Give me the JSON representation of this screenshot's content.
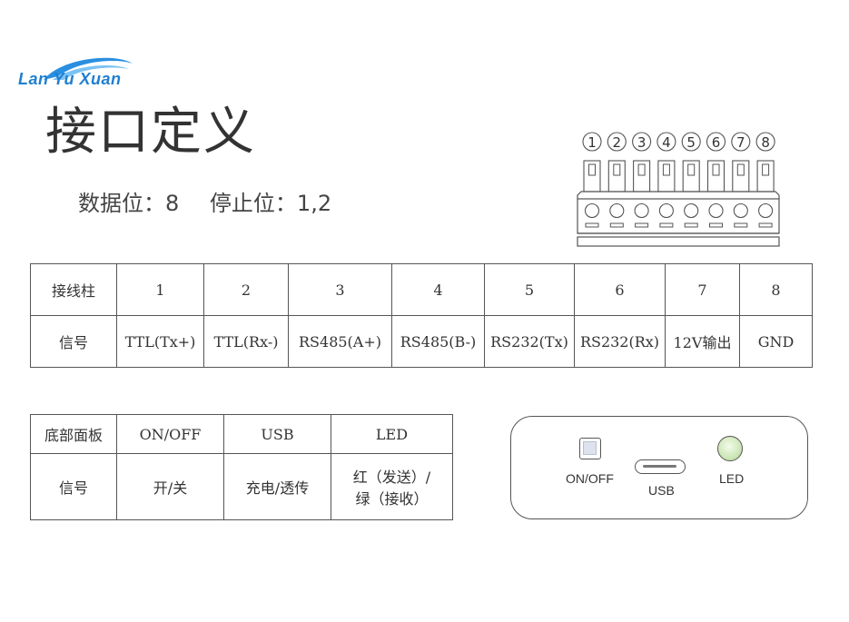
{
  "logo": {
    "text": "Lan Yu Xuan",
    "color": "#1f7fd0"
  },
  "title": "接口定义",
  "params": {
    "data_bits": "数据位：8",
    "stop_bits": "停止位：1,2"
  },
  "terminal": {
    "pins": [
      "1",
      "2",
      "3",
      "4",
      "5",
      "6",
      "7",
      "8"
    ]
  },
  "pin_table": {
    "row1": [
      "接线柱",
      "1",
      "2",
      "3",
      "4",
      "5",
      "6",
      "7",
      "8"
    ],
    "row2": [
      "信号",
      "TTL(Tx+)",
      "TTL(Rx-)",
      "RS485(A+)",
      "RS485(B-)",
      "RS232(Tx)",
      "RS232(Rx)",
      "12V输出",
      "GND"
    ]
  },
  "bottom_table": {
    "row1": [
      "底部面板",
      "ON/OFF",
      "USB",
      "LED"
    ],
    "row2": [
      "信号",
      "开/关",
      "充电/透传"
    ],
    "led_signal_line1": "红（发送）/",
    "led_signal_line2": "绿（接收）"
  },
  "panel": {
    "switch_label": "ON/OFF",
    "usb_label": "USB",
    "led_label": "LED"
  }
}
